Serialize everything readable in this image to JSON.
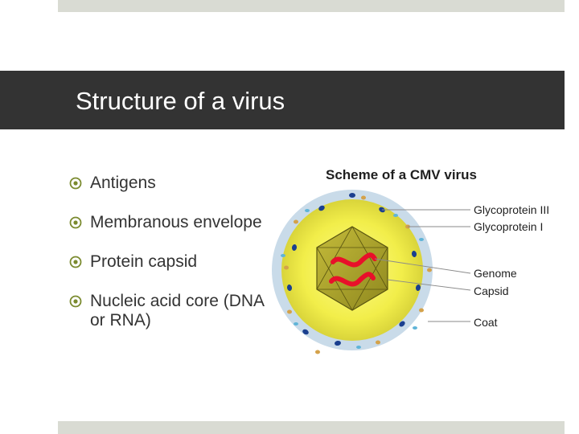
{
  "slide": {
    "title": "Structure of a virus"
  },
  "bullets": [
    {
      "icon": "target-bullet-icon",
      "text": "Antigens"
    },
    {
      "icon": "target-bullet-icon",
      "text": "Membranous envelope"
    },
    {
      "icon": "target-bullet-icon",
      "text": "Protein capsid"
    },
    {
      "icon": "target-bullet-icon",
      "text": "Nucleic acid core (DNA",
      "text2": "or RNA)"
    }
  ],
  "diagram": {
    "title": "Scheme of a CMV virus",
    "labels": {
      "glycoprotein_iii": "Glycoprotein III",
      "glycoprotein_i": "Glycoprotein I",
      "genome": "Genome",
      "capsid": "Capsid",
      "coat": "Coat"
    },
    "colors": {
      "coat_outer": "#c9dbe9",
      "envelope": "#f2ee4a",
      "capsid": "#a8a12a",
      "genome": "#e8102a",
      "spike_blue": "#1a3f8f",
      "spike_tan": "#d4a24a"
    }
  },
  "theme": {
    "title_band": "#333333",
    "accent_bars": "#d9dbd3",
    "bullet_color": "#7a8a2e"
  }
}
